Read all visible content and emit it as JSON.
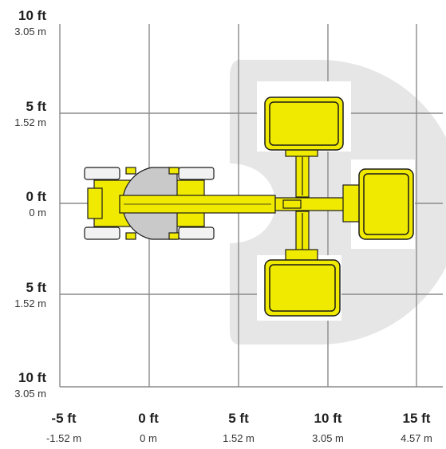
{
  "y_axis": {
    "labels": [
      {
        "ft": "10 ft",
        "m": "3.05 m"
      },
      {
        "ft": "5 ft",
        "m": "1.52 m"
      },
      {
        "ft": "0 ft",
        "m": "0 m"
      },
      {
        "ft": "5 ft",
        "m": "1.52 m"
      },
      {
        "ft": "10 ft",
        "m": "3.05 m"
      }
    ]
  },
  "x_axis": {
    "labels": [
      {
        "ft": "-5 ft",
        "m": "-1.52 m"
      },
      {
        "ft": "0 ft",
        "m": "0 m"
      },
      {
        "ft": "5 ft",
        "m": "1.52 m"
      },
      {
        "ft": "10 ft",
        "m": "3.05 m"
      },
      {
        "ft": "15 ft",
        "m": "4.57 m"
      }
    ]
  },
  "colors": {
    "machine": "#f0ea00",
    "outline": "#1a1a1a",
    "envelope": "#e6e6e6",
    "grid": "#8a8a8a",
    "tire": "#f2f2f2",
    "turntable": "#c9c9c9"
  }
}
